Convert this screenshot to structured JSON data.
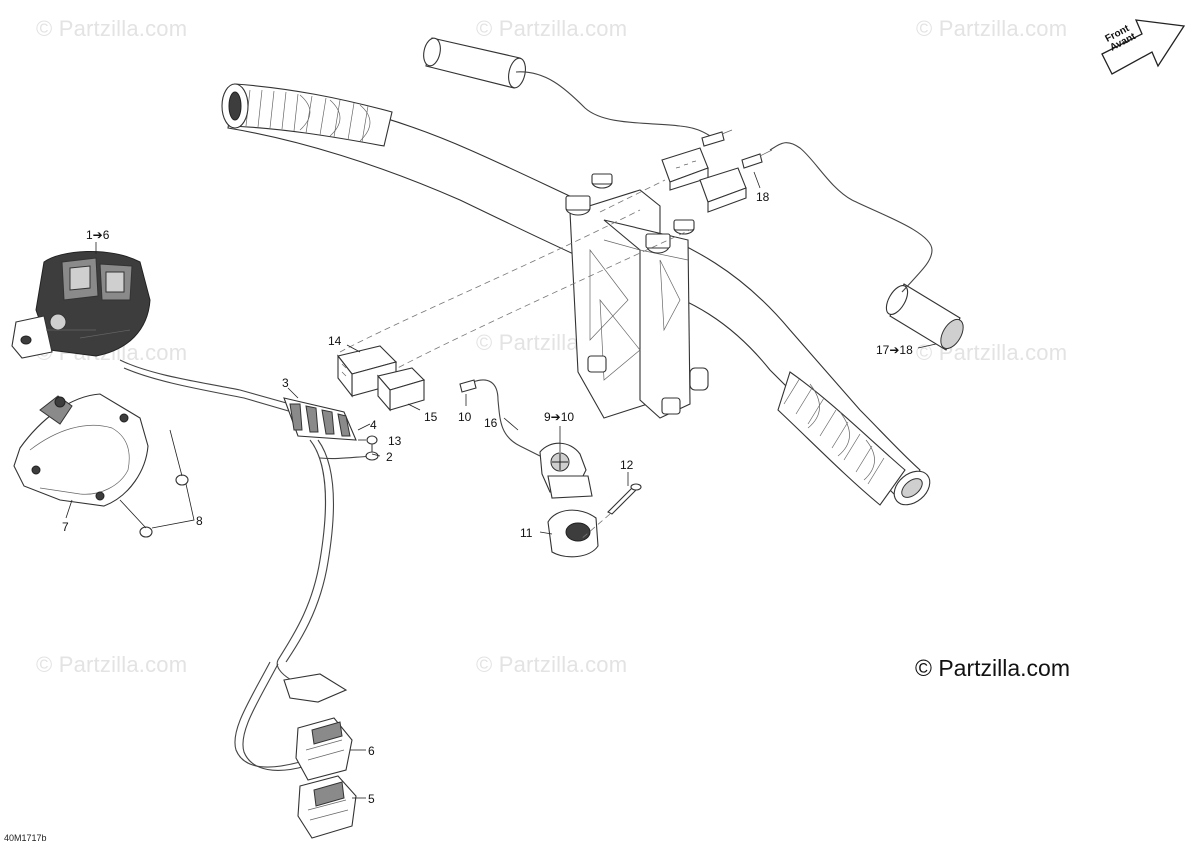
{
  "watermark_text": "© Partzilla.com",
  "copyright_text": "© Partzilla.com",
  "reference_code": "40M1717b",
  "orientation_badge": {
    "line1": "Front",
    "line2": "Avant",
    "icon": "arrow-right-icon"
  },
  "callouts": [
    {
      "id": "c1",
      "label": "1➔6"
    },
    {
      "id": "c2",
      "label": "14"
    },
    {
      "id": "c3",
      "label": "3"
    },
    {
      "id": "c4",
      "label": "4"
    },
    {
      "id": "c5",
      "label": "13"
    },
    {
      "id": "c6",
      "label": "2"
    },
    {
      "id": "c7",
      "label": "15"
    },
    {
      "id": "c8",
      "label": "10"
    },
    {
      "id": "c9",
      "label": "9➔10"
    },
    {
      "id": "c10",
      "label": "16"
    },
    {
      "id": "c11",
      "label": "12"
    },
    {
      "id": "c12",
      "label": "11"
    },
    {
      "id": "c13",
      "label": "7"
    },
    {
      "id": "c14",
      "label": "8"
    },
    {
      "id": "c15",
      "label": "17➔18"
    },
    {
      "id": "c16",
      "label": "18"
    },
    {
      "id": "c17",
      "label": "6"
    },
    {
      "id": "c18",
      "label": "5"
    }
  ],
  "colors": {
    "line": "#444444",
    "watermark": "#e3e3e3",
    "part_dark": "#3d3d3d"
  }
}
